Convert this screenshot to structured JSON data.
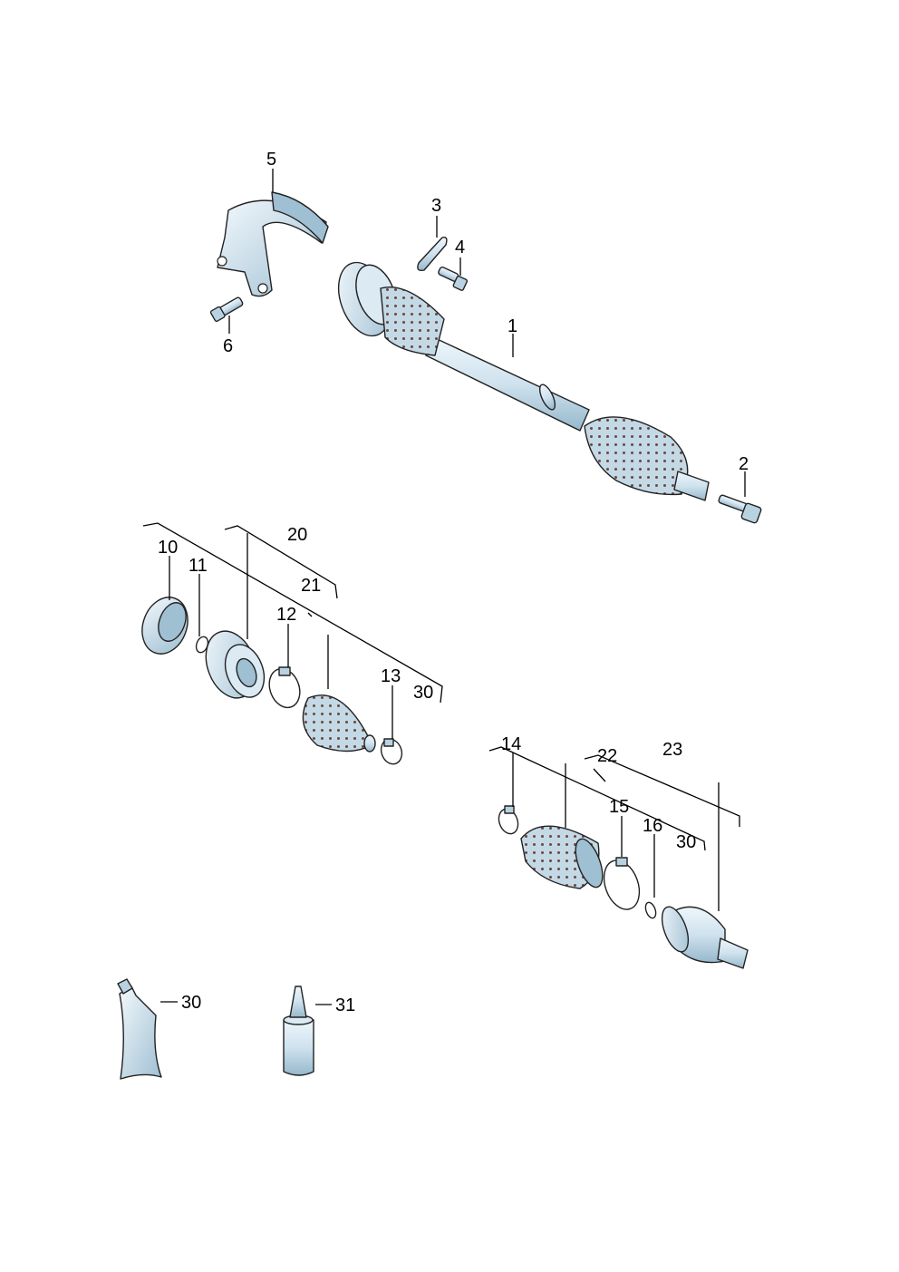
{
  "labels": {
    "p1": "1",
    "p2": "2",
    "p3": "3",
    "p4": "4",
    "p5": "5",
    "p6": "6",
    "p10": "10",
    "p11": "11",
    "p12": "12",
    "p13": "13",
    "p14": "14",
    "p15": "15",
    "p16": "16",
    "p20": "20",
    "p21": "21",
    "p22": "22",
    "p23": "23",
    "p30a": "30",
    "p30b": "30",
    "p30c": "30",
    "p31": "31"
  },
  "colors": {
    "part_fill": "#d6e7f1",
    "part_shade": "#9fbfd2",
    "boot_fill": "#c3d9e6",
    "boot_dot": "#6d4640",
    "line": "#000000"
  }
}
